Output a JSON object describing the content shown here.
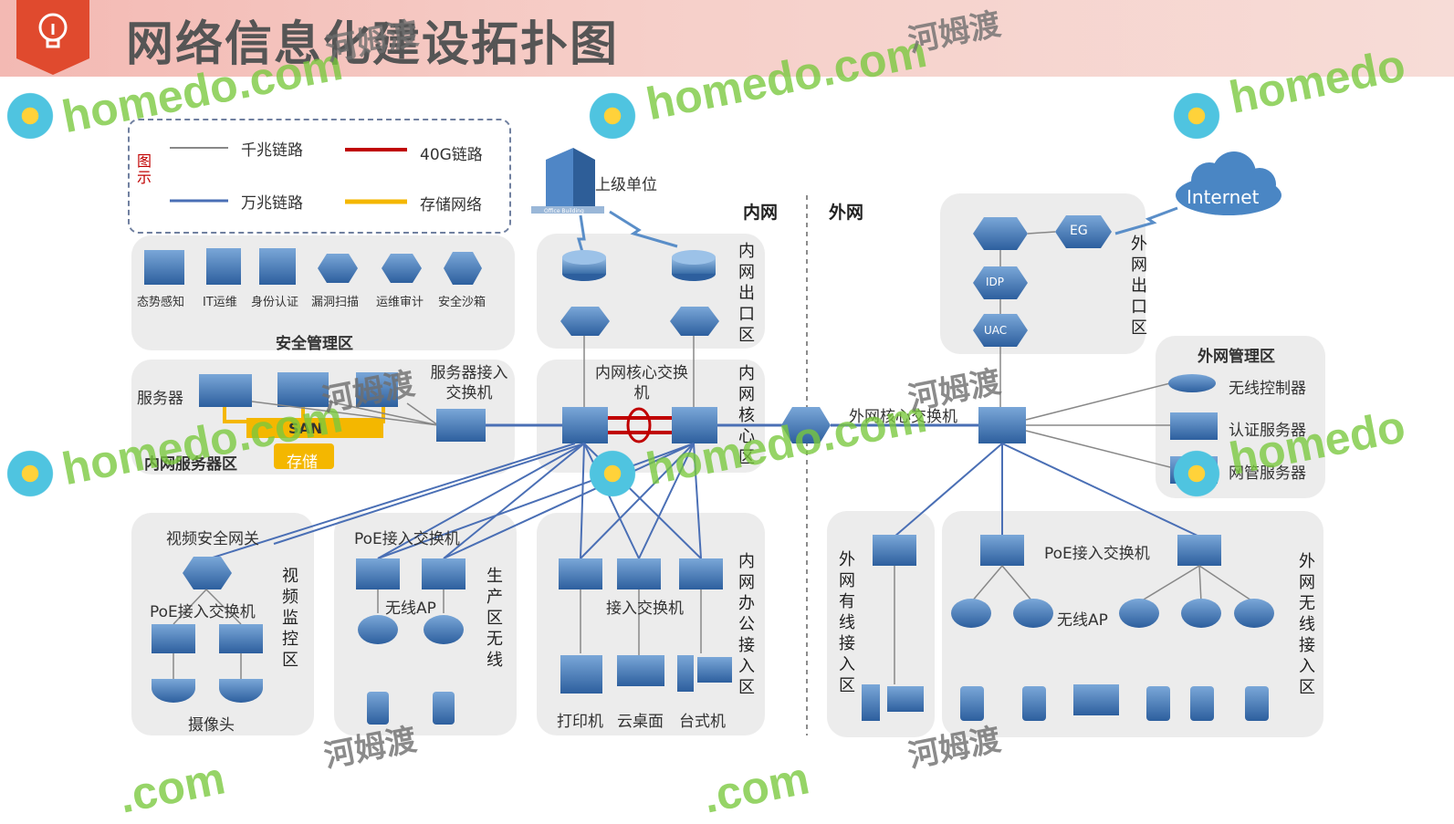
{
  "title": "网络信息化建设拓扑图",
  "legend": {
    "label": "图示",
    "items": [
      "千兆链路",
      "40G链路",
      "万兆链路",
      "存储网络"
    ],
    "colors": {
      "gigabit": "#888888",
      "40g": "#c00000",
      "10g": "#4a6fb5",
      "storage": "#f4b700"
    }
  },
  "top": {
    "superior": "上级单位",
    "building_caption": "Office Building",
    "intranet": "内网",
    "extranet": "外网",
    "internet": "Internet"
  },
  "security_zone": {
    "title": "安全管理区",
    "items": [
      "态势感知",
      "IT运维",
      "身份认证",
      "漏洞扫描",
      "运维审计",
      "安全沙箱"
    ]
  },
  "intranet_exit": {
    "title": "内网出口区"
  },
  "server_zone": {
    "title": "内网服务器区",
    "servers": "服务器",
    "switch": "服务器接入交换机",
    "san": "SAN",
    "storage": "存储"
  },
  "core_zone": {
    "title": "内网核心区",
    "label": "内网核心交换机"
  },
  "video_zone": {
    "title": "视频监控区",
    "gateway": "视频安全网关",
    "poe": "PoE接入交换机",
    "camera": "摄像头"
  },
  "prod_zone": {
    "title": "生产区无线",
    "poe": "PoE接入交换机",
    "ap": "无线AP"
  },
  "office_zone": {
    "title": "内网办公接入区",
    "switch": "接入交换机",
    "printer": "打印机",
    "vdi": "云桌面",
    "desktop": "台式机"
  },
  "ext_core": {
    "label": "外网核心交换机"
  },
  "ext_exit": {
    "title": "外网出口区",
    "eg": "EG",
    "idp": "IDP",
    "uac": "UAC"
  },
  "ext_mgmt": {
    "title": "外网管理区",
    "items": [
      "无线控制器",
      "认证服务器",
      "网管服务器"
    ]
  },
  "ext_wired": {
    "title": "外网有线接入区"
  },
  "ext_wireless": {
    "title": "外网无线接入区",
    "poe": "PoE接入交换机",
    "ap": "无线AP"
  },
  "watermark": {
    "brand": "homedo",
    "domain": ".com",
    "cn": "河姆渡"
  }
}
